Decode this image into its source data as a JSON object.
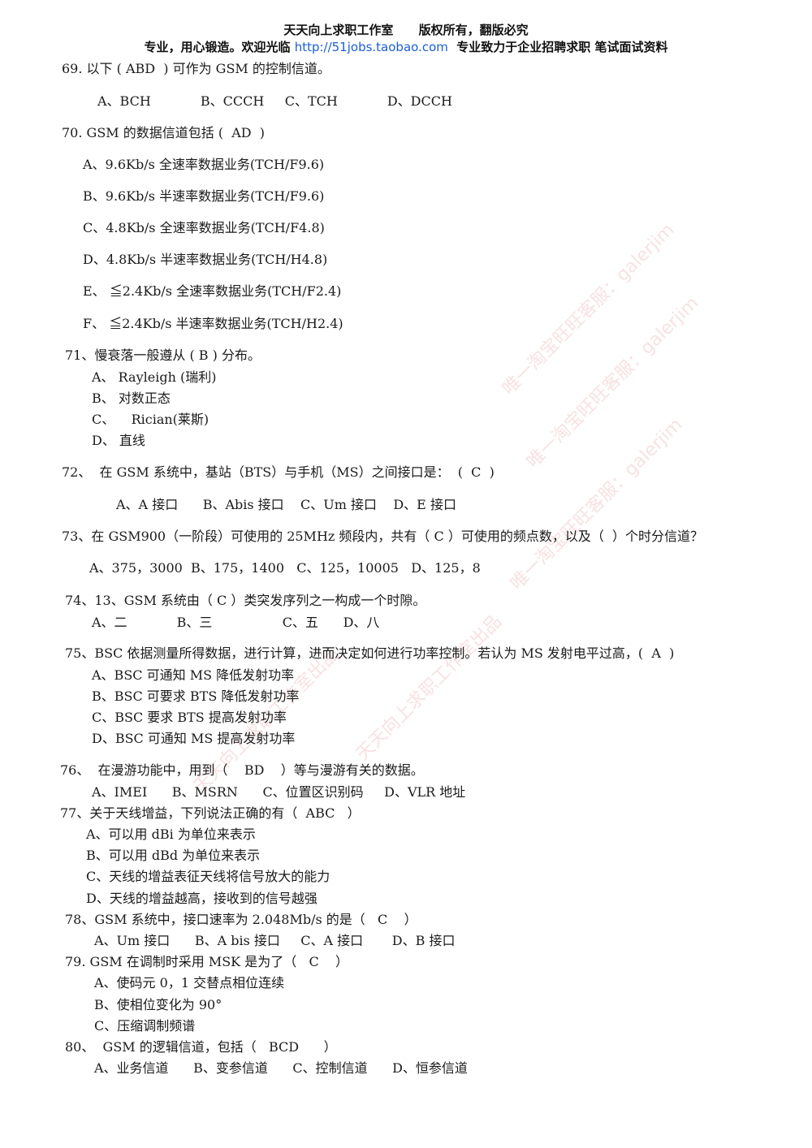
{
  "header": {
    "line1": "天天向上求职工作室      版权所有，翻版必究",
    "line2_pre": "专业，用心锻造。欢迎光临 ",
    "line2_link": "http://51jobs.taobao.com",
    "line2_post": "  专业致力于企业招聘求职 笔试面试资料"
  },
  "lines": [
    "69. 以下 ( ABD  ) 可作为 GSM 的控制信道。",
    "A、BCH            B、CCCH     C、TCH            D、DCCH",
    "70. GSM 的数据信道包括 (  AD  )",
    "A、9.6Kb/s 全速率数据业务(TCH/F9.6)",
    "B、9.6Kb/s 半速率数据业务(TCH/F9.6)",
    "C、4.8Kb/s 全速率数据业务(TCH/F4.8)",
    "D、4.8Kb/s 半速率数据业务(TCH/H4.8)",
    "E、 ≦2.4Kb/s 全速率数据业务(TCH/F2.4)",
    "F、 ≦2.4Kb/s 半速率数据业务(TCH/H2.4)",
    "71、慢衰落一般遵从 ( B ) 分布。",
    "A、 Rayleigh (瑞利)",
    "B、 对数正态",
    "C、    Rician(莱斯)",
    "D、 直线",
    "72、  在 GSM 系统中，基站（BTS）与手机（MS）之间接口是：  (  C  )",
    "A、A 接口      B、Abis 接口    C、Um 接口    D、E 接口",
    "73、在 GSM900（一阶段）可使用的 25MHz 频段内，共有（ C ）可使用的频点数，以及（  ）个时分信道？",
    "A、375，3000  B、175，1400   C、125，10005   D、125，8",
    "74、13、GSM 系统由（ C ）类突发序列之一构成一个时隙。",
    "A、二            B、三                 C、五      D、八",
    "75、BSC 依据测量所得数据，进行计算，进而决定如何进行功率控制。若认为 MS 发射电平过高，(  A  )",
    "A、BSC 可通知 MS 降低发射功率",
    "B、BSC 可要求 BTS 降低发射功率",
    "C、BSC 要求 BTS 提高发射功率",
    "D、BSC 可通知 MS 提高发射功率",
    "76、  在漫游功能中，用到（    BD    ）等与漫游有关的数据。",
    "A、IMEI      B、MSRN      C、位置区识别码     D、VLR 地址",
    "77、关于天线增益，下列说法正确的有（  ABC   ）",
    "A、可以用 dBi 为单位来表示",
    "B、可以用 dBd 为单位来表示",
    "C、天线的增益表征天线将信号放大的能力",
    "D、天线的增益越高，接收到的信号越强",
    "78、GSM 系统中，接口速率为 2.048Mb/s 的是（   C    ）",
    "A、Um 接口      B、A bis 接口     C、A 接口       D、B 接口",
    "79. GSM 在调制时采用 MSK 是为了（   C    ）",
    "A、使码元 0，1 交替点相位连续",
    "B、使相位变化为 90°",
    "C、压缩调制频谱",
    "80、  GSM 的逻辑信道，包括（   BCD      ）",
    "A、业务信道      B、变参信道      C、控制信道      D、恒参信道"
  ],
  "watermarks": [
    "唯一淘宝旺旺客服：galerjim",
    "唯一淘宝旺旺客服：galerjim",
    "唯一淘宝旺旺客服：galerjim",
    "天天向上求职工作室出品",
    "天天向上求职工作室出品"
  ]
}
